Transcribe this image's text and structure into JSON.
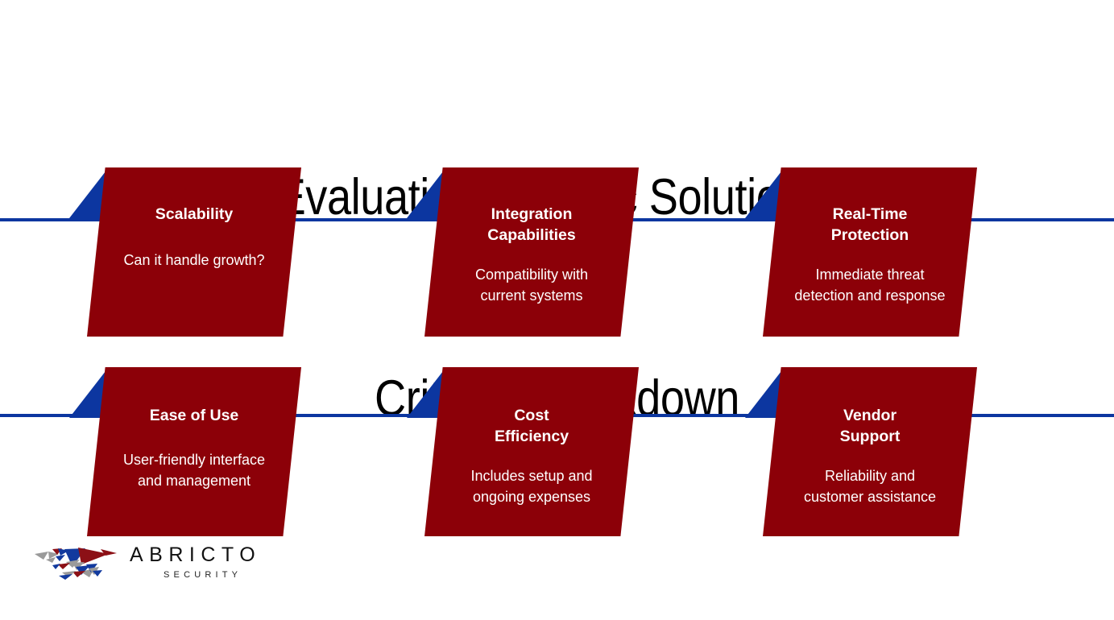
{
  "slide": {
    "title_lines": [
      "Evaluating AppSec Solutions:",
      "Criteria Breakdown"
    ],
    "background_color": "#ffffff"
  },
  "theme": {
    "card_color": "#8c0008",
    "accent_color": "#0c36a0",
    "text_color": "#ffffff",
    "title_color": "#000000"
  },
  "criteria": [
    {
      "id": "scalability",
      "title": "Scalability",
      "description": "Can it handle growth?",
      "row": 1,
      "column": 1
    },
    {
      "id": "integration-capabilities",
      "title": "Integration\nCapabilities",
      "description": "Compatibility with\ncurrent systems",
      "row": 1,
      "column": 2
    },
    {
      "id": "real-time-protection",
      "title": "Real-Time\nProtection",
      "description": "Immediate threat\ndetection and response",
      "row": 1,
      "column": 3
    },
    {
      "id": "ease-of-use",
      "title": "Ease of Use",
      "description": "User-friendly interface\nand management",
      "row": 2,
      "column": 1
    },
    {
      "id": "cost-efficiency",
      "title": "Cost\nEfficiency",
      "description": "Includes setup and\nongoing expenses",
      "row": 2,
      "column": 2
    },
    {
      "id": "vendor-support",
      "title": "Vendor\nSupport",
      "description": "Reliability and\ncustomer assistance",
      "row": 2,
      "column": 3
    }
  ],
  "logo": {
    "name": "ABRICTO",
    "subtitle": "SECURITY",
    "mark_colors": {
      "blue": "#123a9e",
      "red": "#8c1016",
      "gray": "#9a9a9a"
    }
  }
}
